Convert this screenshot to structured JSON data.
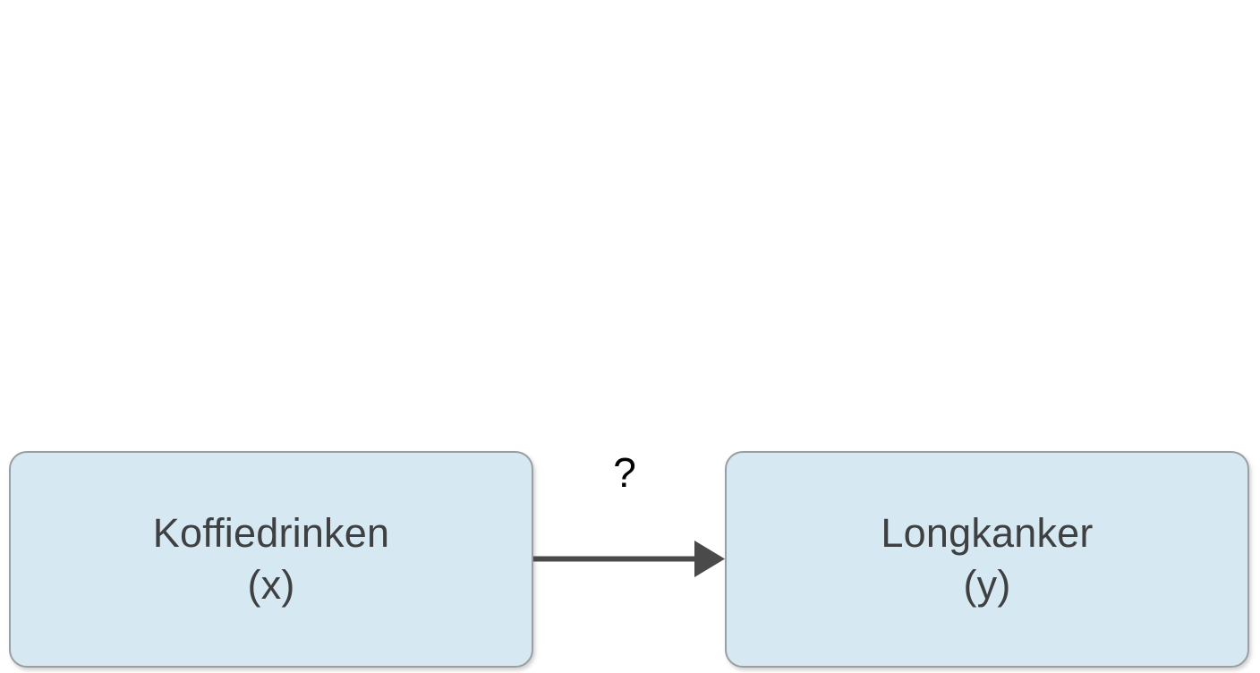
{
  "diagram": {
    "type": "causal-diagram",
    "language": "nl",
    "background_color": "#ffffff",
    "nodes": [
      {
        "id": "cause",
        "title": "Koffiedrinken",
        "variable": "(x)",
        "fill_color": "#d6e8f1",
        "border_color": "#9a9fa1",
        "text_color": "#3f4042"
      },
      {
        "id": "effect",
        "title": "Longkanker",
        "variable": "(y)",
        "fill_color": "#d6e8f1",
        "border_color": "#9a9fa1",
        "text_color": "#3f4042"
      }
    ],
    "edges": [
      {
        "id": "cause-to-effect",
        "from": "cause",
        "to": "effect",
        "label": "?",
        "label_color": "#000000",
        "line_color": "#4a4a4a",
        "arrowhead": "solid-triangle"
      }
    ]
  }
}
